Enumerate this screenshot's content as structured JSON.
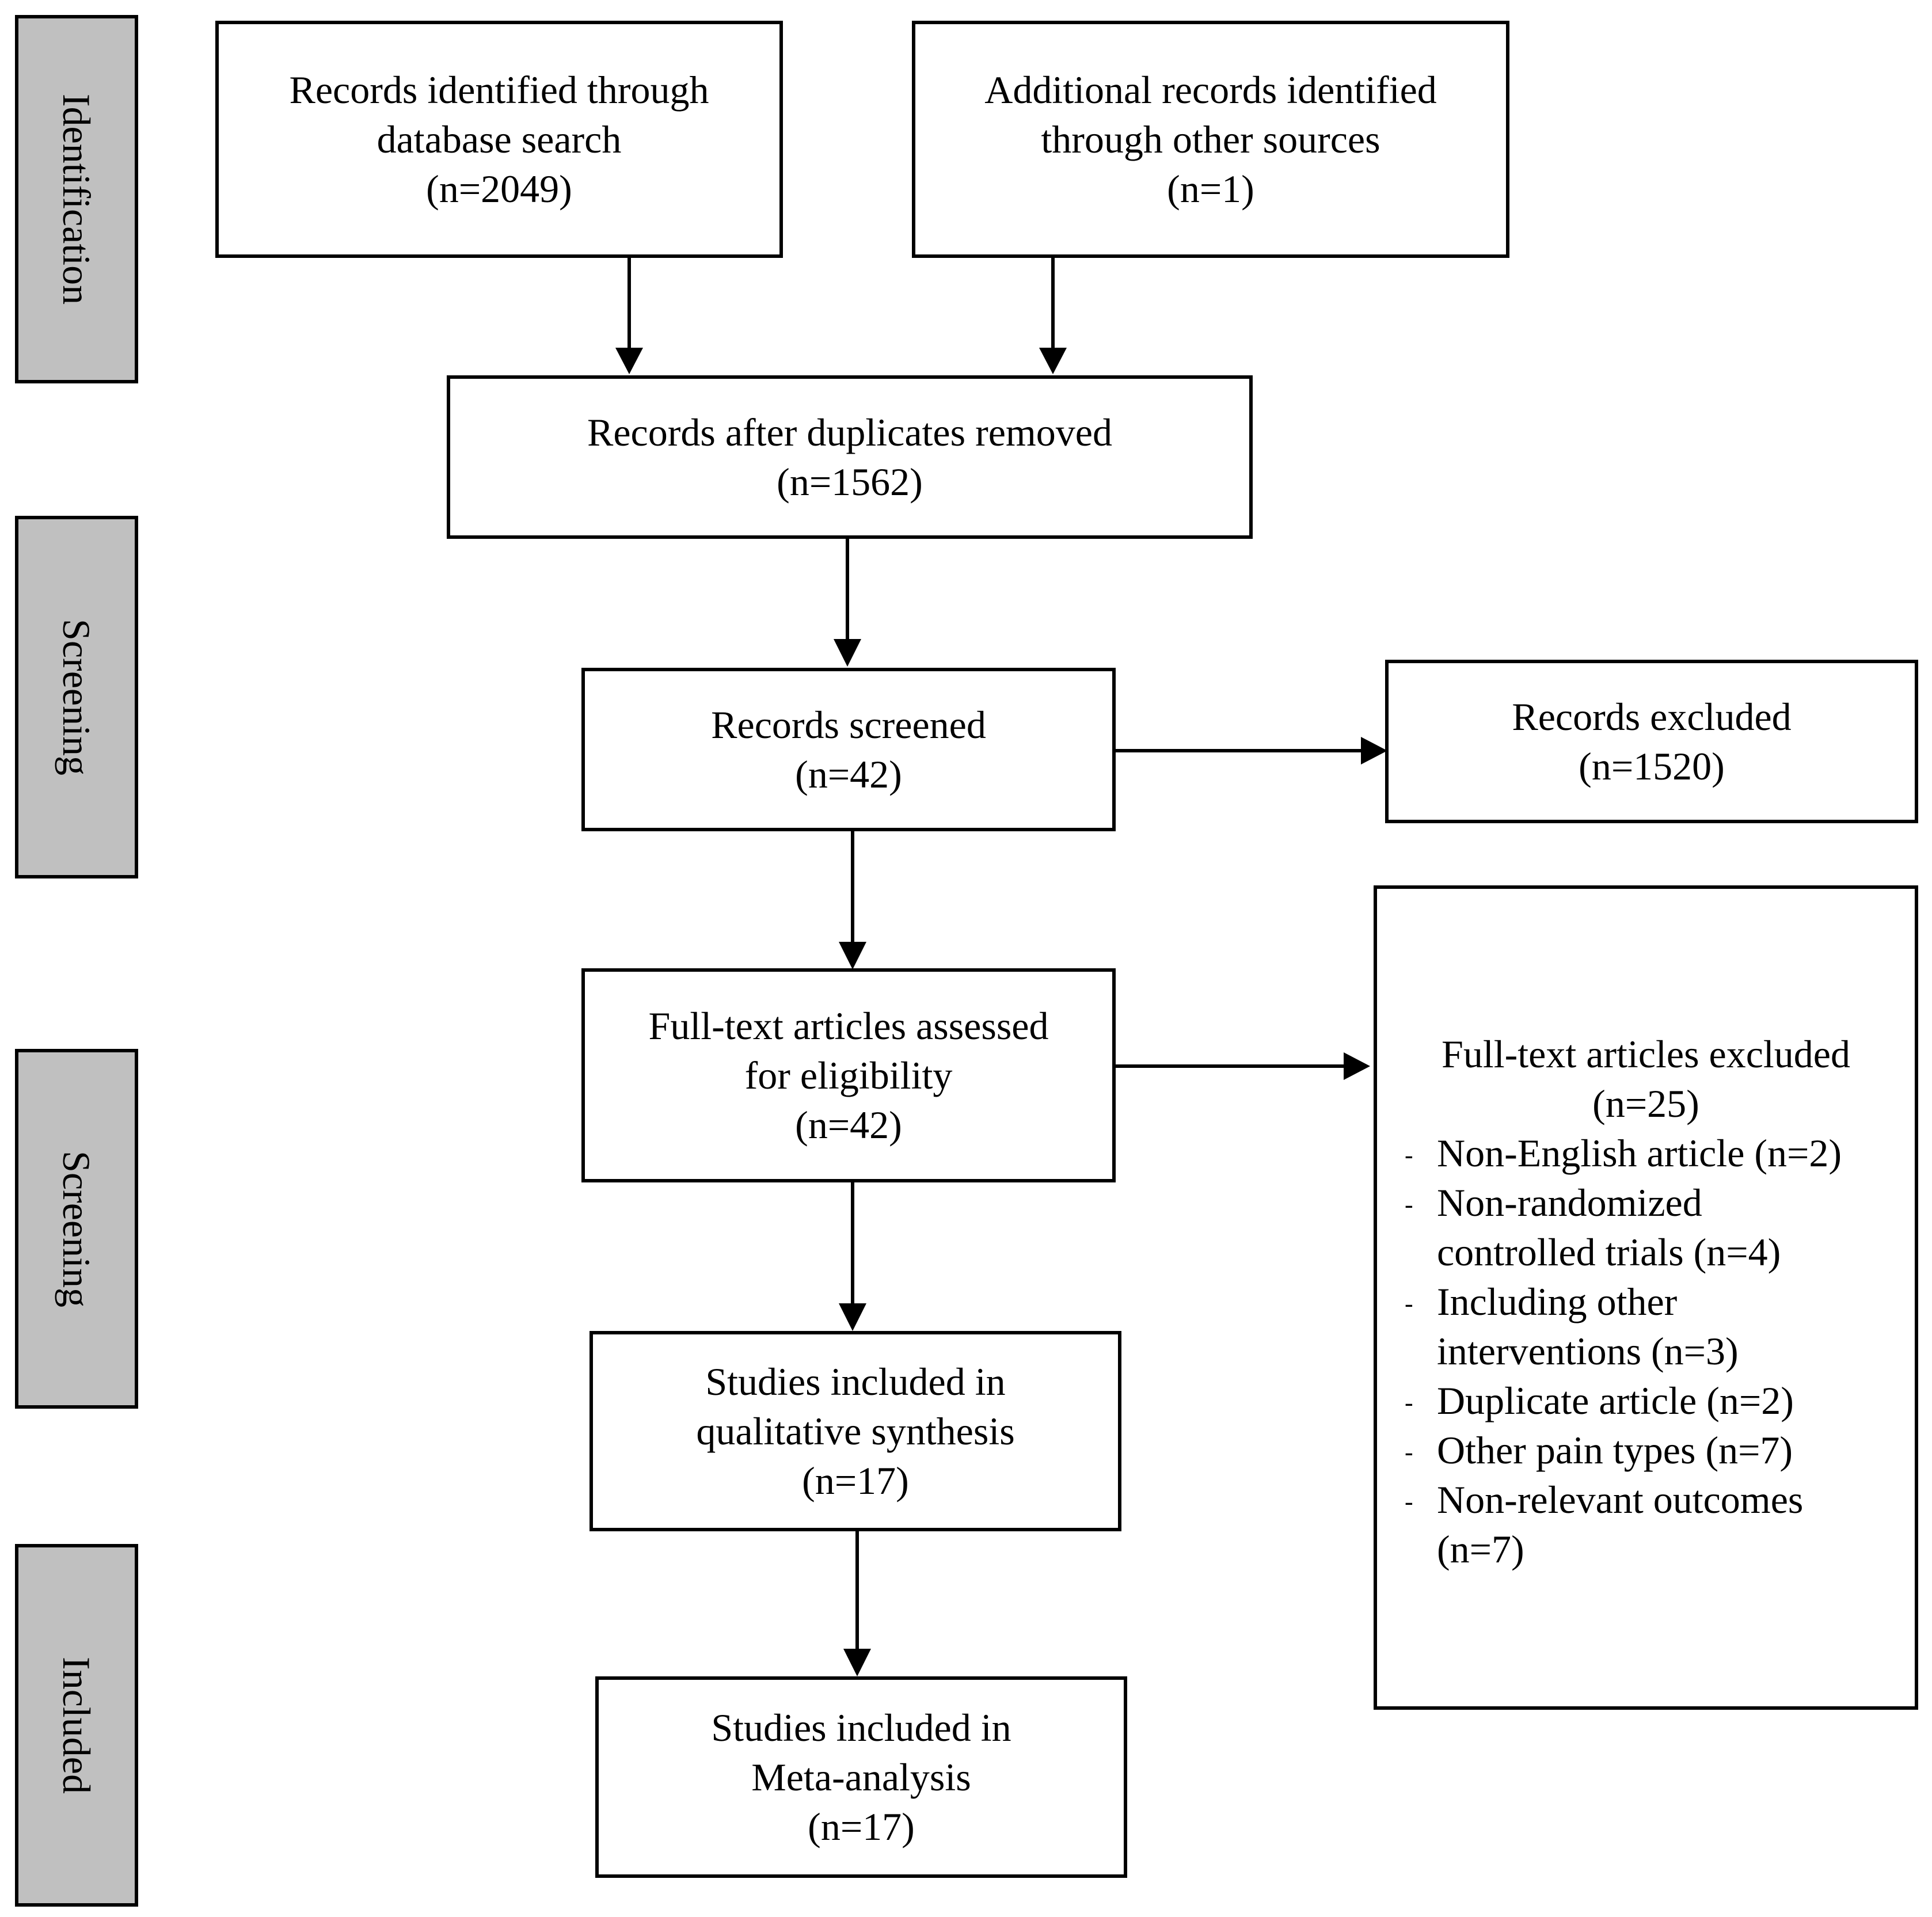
{
  "stages": [
    {
      "id": "identification",
      "label": "Identification"
    },
    {
      "id": "screening-1",
      "label": "Screening"
    },
    {
      "id": "screening-2",
      "label": "Screening"
    },
    {
      "id": "included",
      "label": "Included"
    }
  ],
  "boxes": {
    "database_search": {
      "line1": "Records identified through",
      "line2": "database search",
      "count": "(n=2049)"
    },
    "other_sources": {
      "line1": "Additional records identified",
      "line2": "through other sources",
      "count": "(n=1)"
    },
    "after_duplicates": {
      "line1": "Records after duplicates removed",
      "count": "(n=1562)"
    },
    "screened": {
      "line1": "Records screened",
      "count": "(n=42)"
    },
    "records_excluded": {
      "line1": "Records excluded",
      "count": "(n=1520)"
    },
    "fulltext_assessed": {
      "line1": "Full-text articles assessed",
      "line2": "for eligibility",
      "count": "(n=42)"
    },
    "qualitative": {
      "line1": "Studies included in",
      "line2": "qualitative synthesis",
      "count": "(n=17)"
    },
    "meta_analysis": {
      "line1": "Studies included in",
      "line2": "Meta-analysis",
      "count": "(n=17)"
    }
  },
  "fulltext_excluded": {
    "title": "Full-text articles excluded",
    "count": "(n=25)",
    "bullet": "-",
    "reasons": [
      {
        "lines": [
          "Non-English article (n=2)"
        ]
      },
      {
        "lines": [
          "Non-randomized",
          "controlled trials (n=4)"
        ]
      },
      {
        "lines": [
          "Including other",
          "interventions (n=3)"
        ]
      },
      {
        "lines": [
          "Duplicate article (n=2)"
        ]
      },
      {
        "lines": [
          "Other pain types (n=7)"
        ]
      },
      {
        "lines": [
          "Non-relevant outcomes",
          "(n=7)"
        ]
      }
    ]
  }
}
